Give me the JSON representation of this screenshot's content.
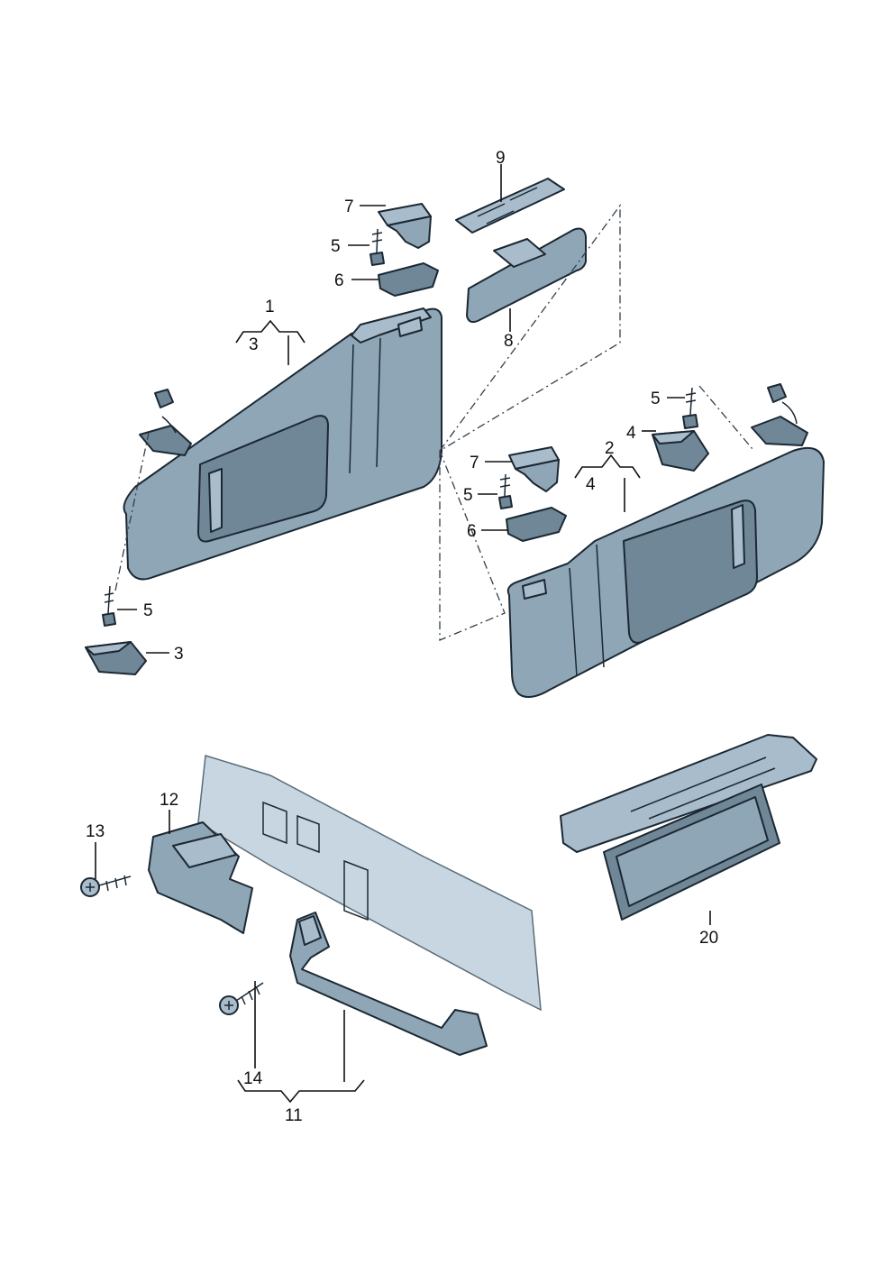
{
  "callouts": [
    {
      "id": "c1",
      "label": "1"
    },
    {
      "id": "c2",
      "label": "2"
    },
    {
      "id": "c3a",
      "label": "3"
    },
    {
      "id": "c3b",
      "label": "3"
    },
    {
      "id": "c4a",
      "label": "4"
    },
    {
      "id": "c4b",
      "label": "4"
    },
    {
      "id": "c5a",
      "label": "5"
    },
    {
      "id": "c5b",
      "label": "5"
    },
    {
      "id": "c5c",
      "label": "5"
    },
    {
      "id": "c5d",
      "label": "5"
    },
    {
      "id": "c6a",
      "label": "6"
    },
    {
      "id": "c6b",
      "label": "6"
    },
    {
      "id": "c7a",
      "label": "7"
    },
    {
      "id": "c7b",
      "label": "7"
    },
    {
      "id": "c8",
      "label": "8"
    },
    {
      "id": "c9",
      "label": "9"
    },
    {
      "id": "c11",
      "label": "11"
    },
    {
      "id": "c12",
      "label": "12"
    },
    {
      "id": "c13",
      "label": "13"
    },
    {
      "id": "c14",
      "label": "14"
    },
    {
      "id": "c20",
      "label": "20"
    }
  ],
  "colors": {
    "part_fill": "#8fa6b6",
    "outline": "#1b2833",
    "roof_fill": "#c7d6e1"
  }
}
